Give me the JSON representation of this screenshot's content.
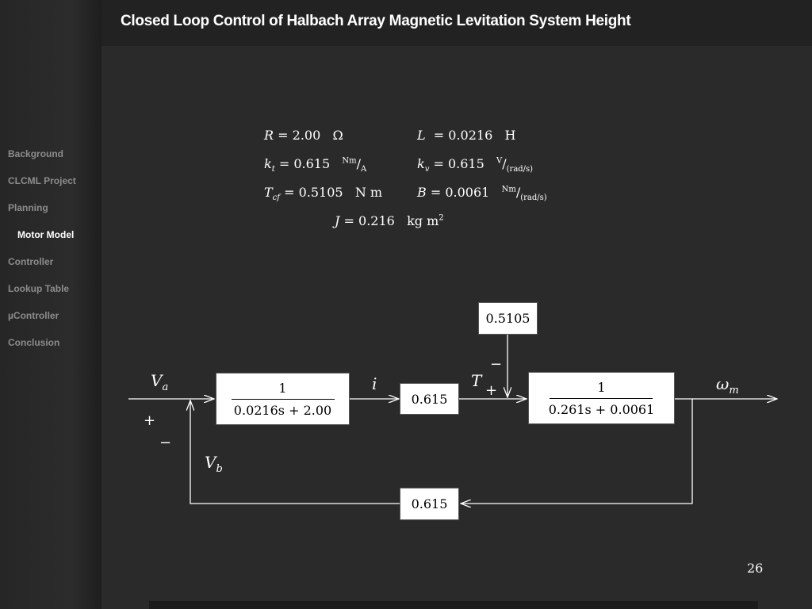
{
  "title": "Closed Loop Control of Halbach Array Magnetic Levitation System Height",
  "nav": {
    "items": [
      {
        "label": "Background"
      },
      {
        "label": "CLCML Project"
      },
      {
        "label": "Planning"
      },
      {
        "label": "Motor Model"
      },
      {
        "label": "Controller"
      },
      {
        "label": "Lookup Table"
      },
      {
        "label": "µController"
      },
      {
        "label": "Conclusion"
      }
    ],
    "active": "Motor Model"
  },
  "params": {
    "R": {
      "symbol": "R",
      "value": "= 2.00",
      "unit": "Ω"
    },
    "L": {
      "symbol": "L",
      "value": "= 0.0216",
      "unit": "H"
    },
    "kt": {
      "symbol": "k",
      "sub": "t",
      "value": "= 0.615",
      "unit_num": "Nm",
      "unit_den": "A"
    },
    "kv": {
      "symbol": "k",
      "sub": "v",
      "value": "= 0.615",
      "unit_num": "V",
      "unit_den": "(rad/s)"
    },
    "Tcf": {
      "symbol": "T",
      "sub": "cf",
      "value": "= 0.5105",
      "unit": "N m"
    },
    "B": {
      "symbol": "B",
      "value": "= 0.0061",
      "unit_num": "Nm",
      "unit_den": "(rad/s)"
    },
    "J": {
      "symbol": "J",
      "value": "= 0.216",
      "unit": "kg m",
      "unit_sup": "2"
    }
  },
  "diagram": {
    "block_electrical": {
      "num": "1",
      "den": "0.0216s + 2.00"
    },
    "gain_kt": "0.615",
    "disturbance": "0.5105",
    "block_mechanical": {
      "num": "1",
      "den": "0.261s + 0.0061"
    },
    "feedback_gain": "0.615",
    "signals": {
      "input": "V",
      "input_sub": "a",
      "current": "i",
      "torque": "T",
      "output": "ω",
      "output_sub": "m",
      "back_emf": "V",
      "back_emf_sub": "b"
    },
    "signs": {
      "sum1_plus": "+",
      "sum1_minus": "−",
      "sum2_plus": "+",
      "sum2_minus": "−"
    }
  },
  "page_number": "26"
}
